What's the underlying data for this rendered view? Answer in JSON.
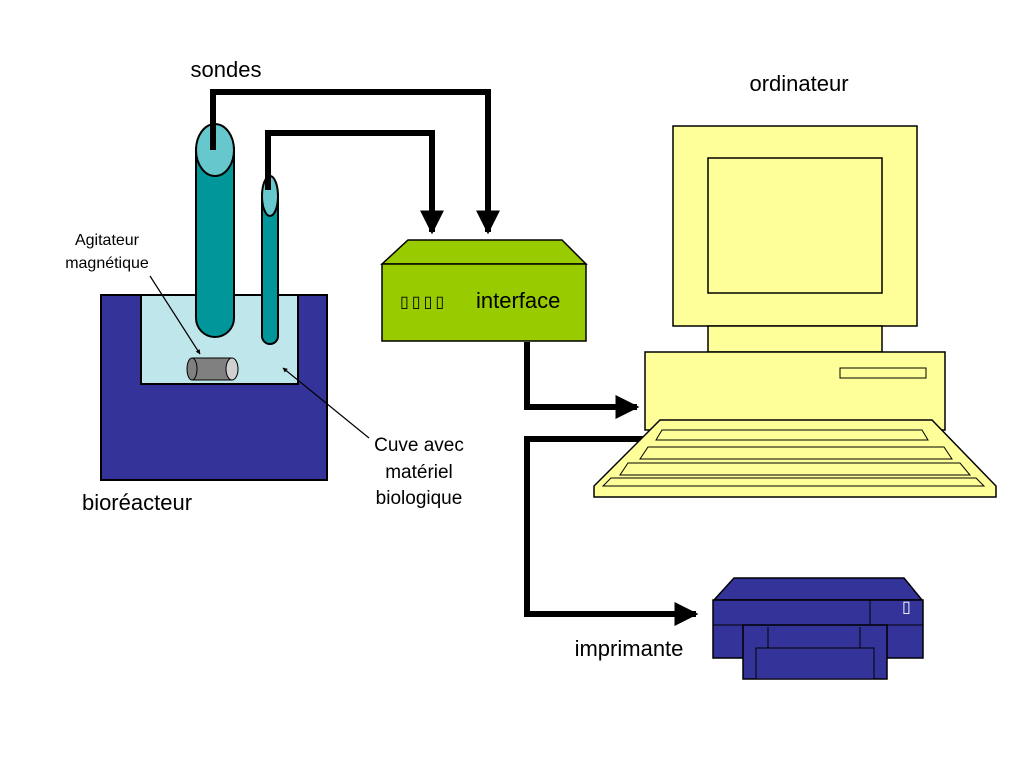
{
  "labels": {
    "sondes": "sondes",
    "ordinateur": "ordinateur",
    "agitateur_line1": "Agitateur",
    "agitateur_line2": "magnétique",
    "interface": "interface",
    "interface_glyphs": "▯▯▯▯",
    "cuve_line1": "Cuve avec",
    "cuve_line2": "matériel",
    "cuve_line3": "biologique",
    "bioreacteur": "bioréacteur",
    "imprimante": "imprimante",
    "printer_glyph": "▯"
  },
  "colors": {
    "bioreactor": "#333399",
    "liquid": "#bfe6ea",
    "probe": "#00969a",
    "probe_top": "#66c8cc",
    "interface_box": "#99cc00",
    "computer": "#ffff99",
    "printer": "#333399",
    "stirrer": "#808080"
  }
}
